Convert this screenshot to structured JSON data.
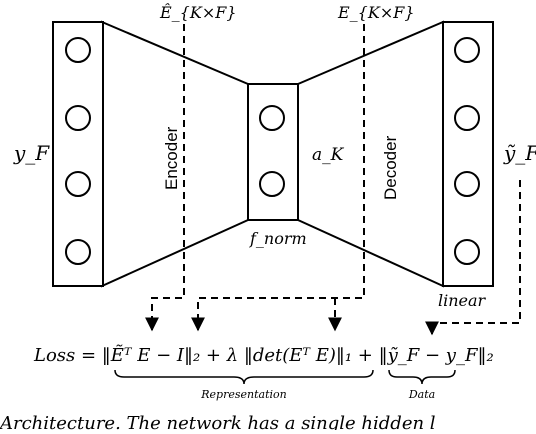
{
  "diagram": {
    "labels": {
      "input": "y_F",
      "e_hat": "Ê_{K×F}",
      "e": "E_{K×F}",
      "encoder": "Encoder",
      "decoder": "Decoder",
      "latent": "a_K",
      "norm": "f_norm",
      "output": "ỹ_F",
      "linear": "linear"
    },
    "loss": {
      "text": "Loss = ‖Ẽᵀ E − I‖₂ + λ ‖det(Eᵀ E)‖₁ + ‖ỹ_F − y_F‖₂",
      "representation_label": "Representation",
      "data_label": "Data"
    },
    "caption_fragment": "Architecture. The network has a single hidden l"
  }
}
